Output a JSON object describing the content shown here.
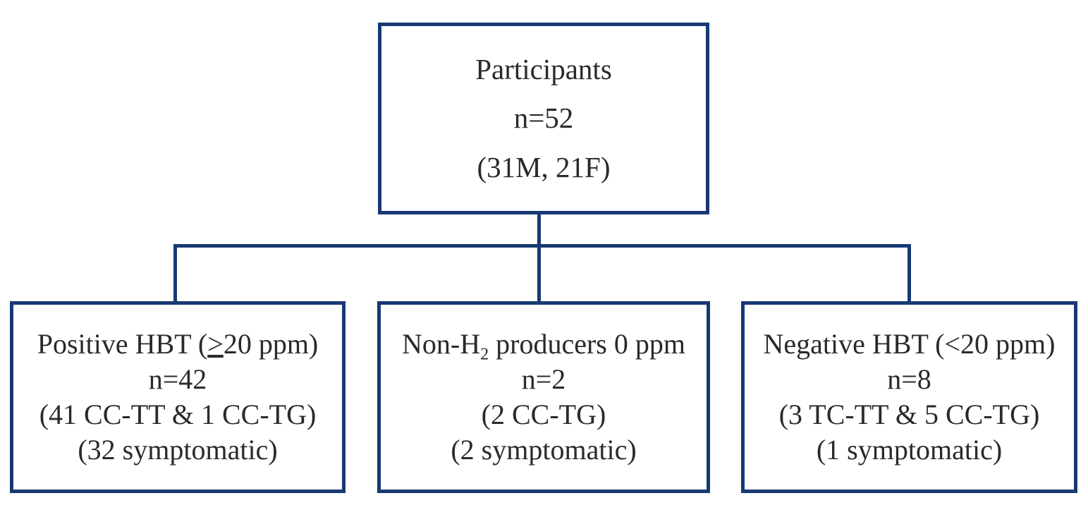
{
  "root": {
    "title": "Participants",
    "count": "n=52",
    "sex": "(31M, 21F)"
  },
  "children": [
    {
      "title_prefix": "Positive HBT (",
      "title_symbol": ">",
      "title_suffix": "20 ppm)",
      "count": "n=42",
      "genotypes": "(41 CC-TT & 1 CC-TG)",
      "symptomatic": "(32 symptomatic)"
    },
    {
      "title_prefix": "Non-H",
      "title_subscript": "2",
      "title_suffix": " producers 0 ppm",
      "count": "n=2",
      "genotypes": "(2 CC-TG)",
      "symptomatic": "(2 symptomatic)"
    },
    {
      "title": "Negative HBT (<20 ppm)",
      "count": "n=8",
      "genotypes": "(3 TC-TT & 5 CC-TG)",
      "symptomatic": "(1 symptomatic)"
    }
  ],
  "colors": {
    "box_border": "#173a73",
    "connector": "#173a73",
    "text": "#2a2a2a"
  }
}
